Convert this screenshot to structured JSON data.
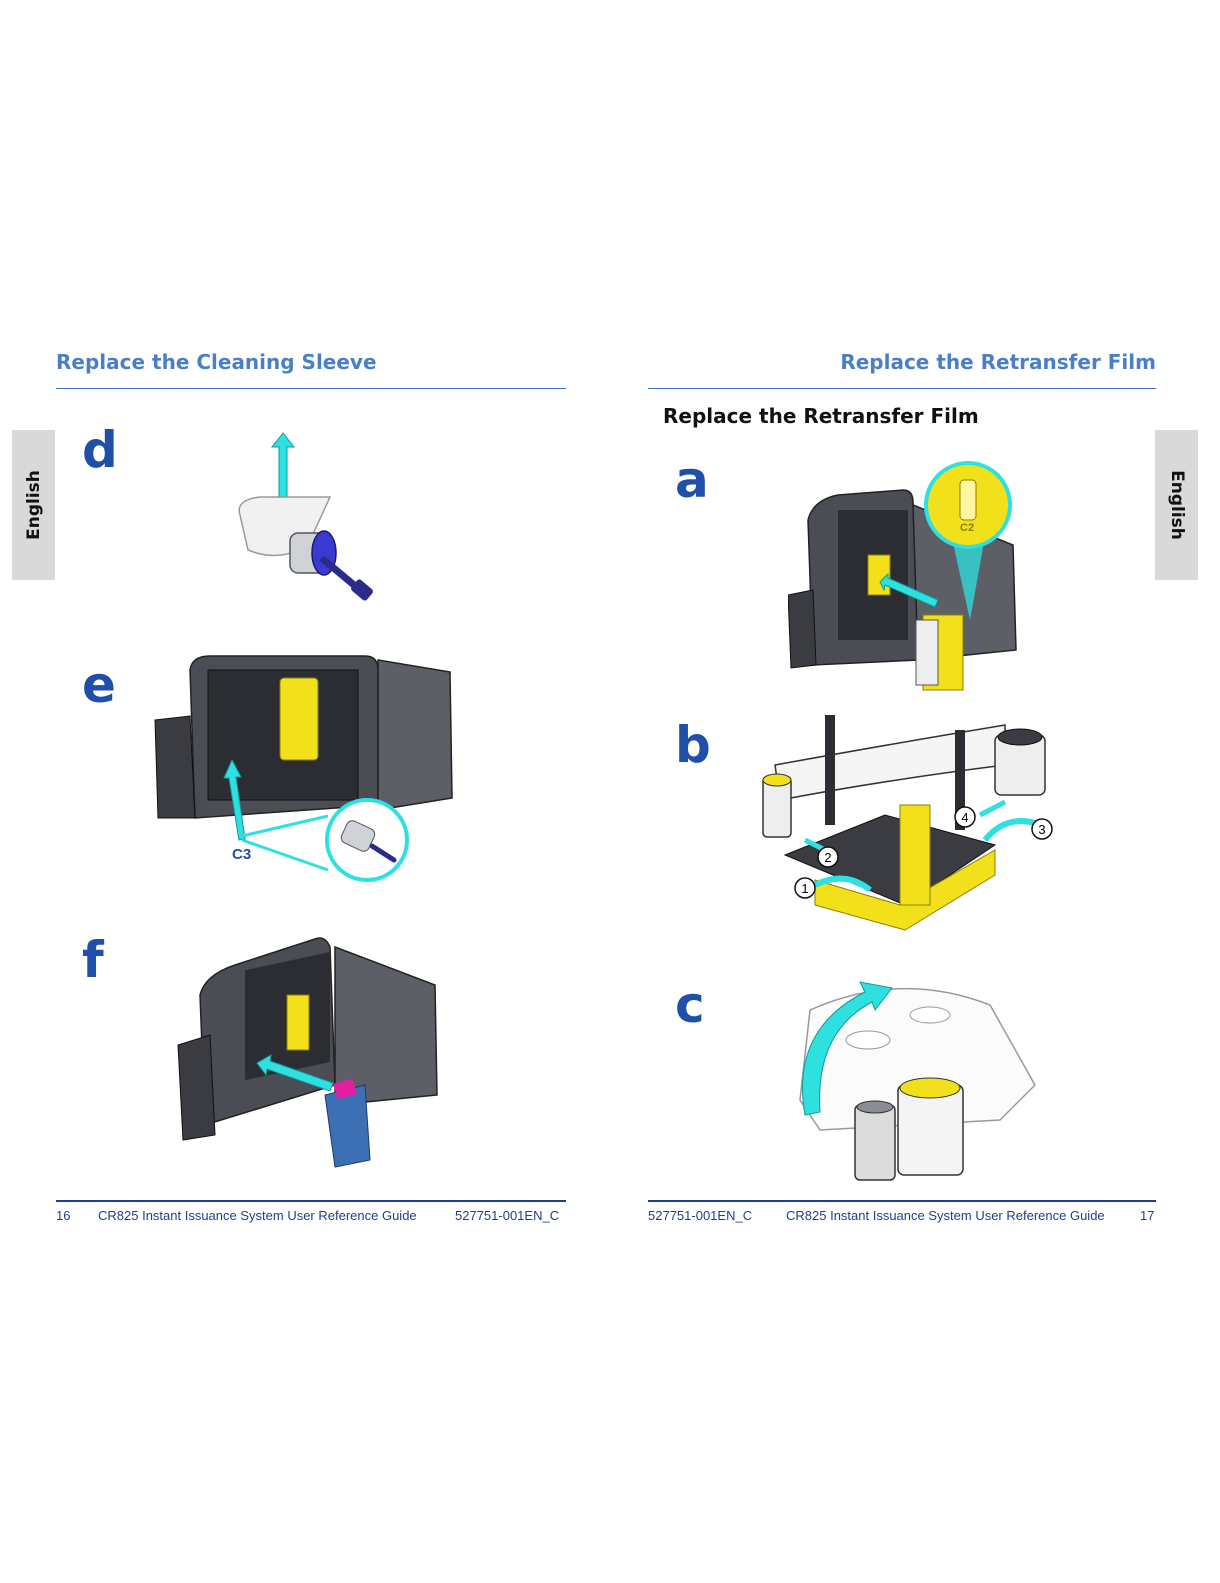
{
  "left_page": {
    "header": "Replace the Cleaning Sleeve",
    "side_tab": "English",
    "steps": {
      "d": "d",
      "e": "e",
      "f": "f"
    },
    "callout_label": "C3",
    "footer": {
      "page_number": "16",
      "title": "CR825 Instant Issuance System User Reference Guide",
      "doc_id": "527751-001EN_C"
    }
  },
  "right_page": {
    "header": "Replace the Retransfer Film",
    "side_tab": "English",
    "section_title": "Replace the Retransfer Film",
    "steps": {
      "a": "a",
      "b": "b",
      "c": "c"
    },
    "callout_label": "C2",
    "numbered_markers": [
      "1",
      "2",
      "3",
      "4"
    ],
    "footer": {
      "doc_id": "527751-001EN_C",
      "title": "CR825 Instant Issuance System User Reference Guide",
      "page_number": "17"
    }
  },
  "colors": {
    "header_blue": "#4a7fc5",
    "step_blue": "#1f4fa8",
    "arrow_cyan": "#2ee0e0",
    "cartridge_yellow": "#f2e01a",
    "tab_gray": "#d9d9da"
  }
}
